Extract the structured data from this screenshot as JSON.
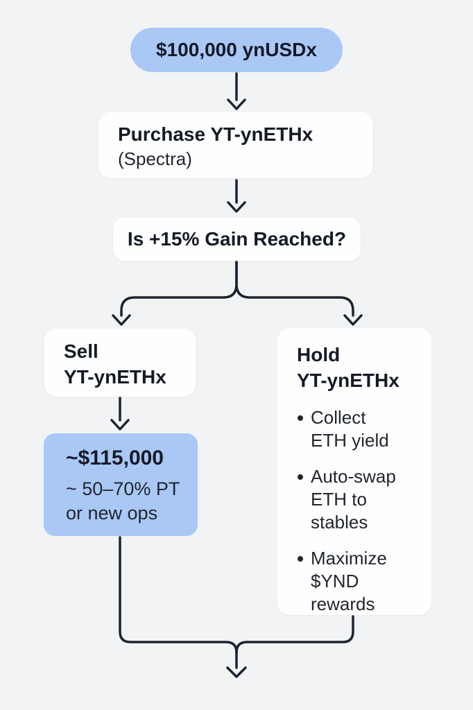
{
  "colors": {
    "background": "#f2f3f4",
    "accent_blue": "#a9c8f5",
    "box_white": "#fefefe",
    "line": "#1d2330",
    "text_bold": "#141a26",
    "text_regular": "#21252e"
  },
  "flow": {
    "start": {
      "label": "$100,000 ynUSDx"
    },
    "purchase": {
      "title": "Purchase YT-ynETHx",
      "subtitle": "(Spectra)"
    },
    "decision": {
      "question": "Is +15% Gain Reached?"
    },
    "sell_branch": {
      "title": "Sell\nYT-ynETHx",
      "result": {
        "value": "~$115,000",
        "detail": "~ 50–70% PT\nor new ops"
      }
    },
    "hold_branch": {
      "title": "Hold\nYT-ynETHx",
      "bullets": [
        "Collect\nETH yield",
        "Auto-swap\nETH to\nstables",
        "Maximize\n$YND\nrewards"
      ]
    }
  }
}
